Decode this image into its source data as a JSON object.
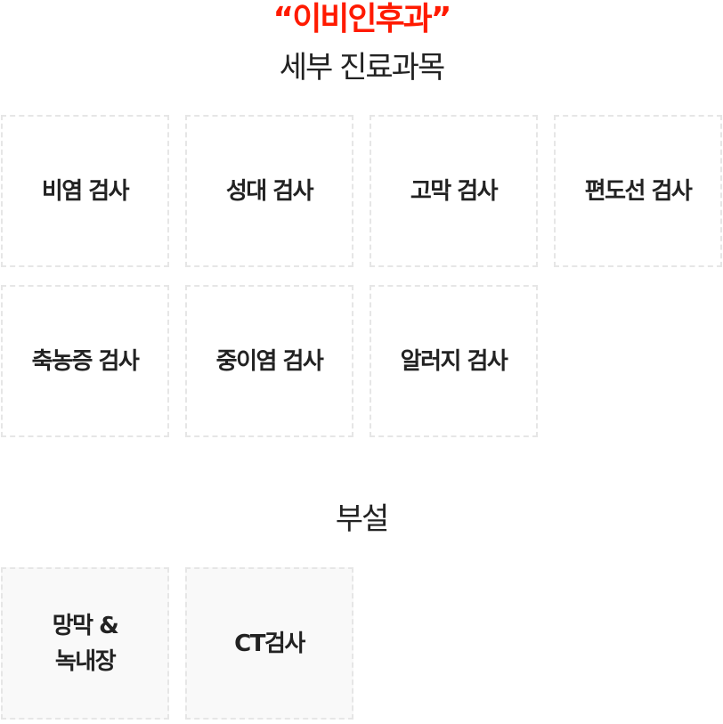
{
  "header": {
    "title": "“이비인후과”",
    "title_color": "#ff1a00",
    "subtitle": "세부 진료과목"
  },
  "services": [
    "비염 검사",
    "성대 검사",
    "고막 검사",
    "편도선 검사",
    "축농증 검사",
    "중이염 검사",
    "알러지 검사"
  ],
  "section2": {
    "title": "부설",
    "items": [
      {
        "line1": "망막 &",
        "line2": "녹내장"
      },
      {
        "line1": "CT검사"
      }
    ]
  }
}
